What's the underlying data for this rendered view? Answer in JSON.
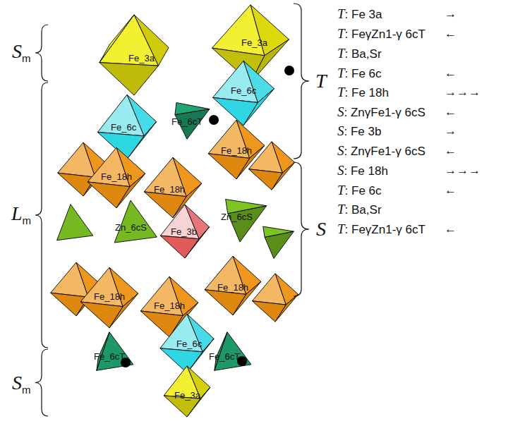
{
  "diagram": {
    "nodes": [
      {
        "text": [
          "Fe_3a"
        ]
      },
      {
        "text": [
          "Fe_3a"
        ]
      },
      {
        "text": [
          "Fe_6cT"
        ]
      },
      {
        "text": [
          "Fe_6c"
        ]
      },
      {
        "text": [
          "Fe_6c"
        ]
      },
      {
        "text": [
          "Fe_18h"
        ]
      },
      {
        "text": [
          "Fe_18h"
        ]
      },
      {
        "text": [
          "Fe_18h"
        ]
      },
      {
        "text": [
          "Zn_6cS"
        ]
      },
      {
        "text": [
          "Fe_3b"
        ]
      },
      {
        "text": [
          "Zn_6cS"
        ]
      },
      {
        "text": [
          "Fe_18h"
        ]
      },
      {
        "text": [
          "Fe_18h"
        ]
      },
      {
        "text": [
          "Fe_18h"
        ]
      },
      {
        "text": [
          "Fe_6c"
        ]
      },
      {
        "text": [
          "Fe_6cT"
        ]
      },
      {
        "text": [
          "Fe_6cT"
        ]
      },
      {
        "text": [
          "Fe_3a"
        ]
      }
    ],
    "labels": [
      "Sm",
      "Lm",
      "Sm",
      "T",
      "S",
      "T: Fe 3a",
      "→",
      "T: FeγZn1-γ 6cT",
      "←",
      "T: Ba,Sr",
      "T: Fe 6c",
      "←",
      "T: Fe 18h",
      "→→→",
      "S: ZnγFe1-γ 6cS",
      "←",
      "S: Fe 3b",
      "→",
      "S: ZnγFe1-γ 6cS",
      "←",
      "S: Fe 18h",
      "→→→",
      "T: Fe 6c",
      "←",
      "T: Ba,Sr",
      "T: FeγZn1-γ 6cT",
      "←"
    ]
  }
}
